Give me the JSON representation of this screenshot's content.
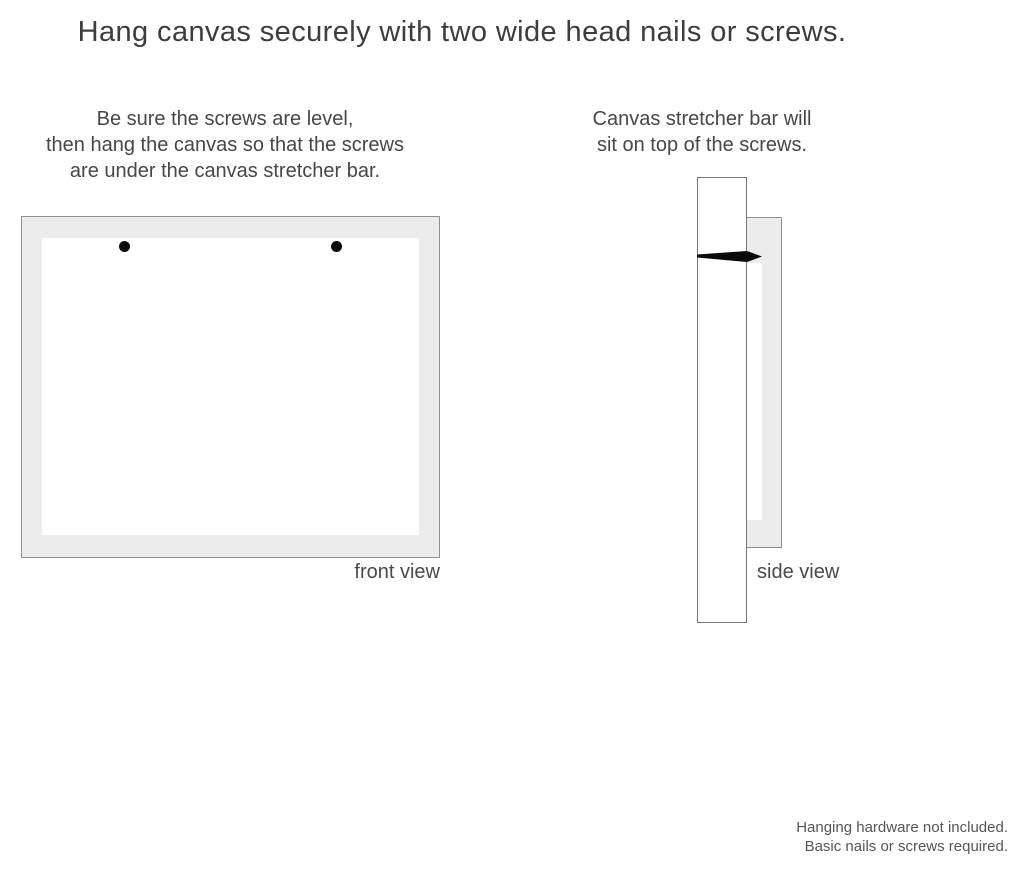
{
  "title": "Hang canvas securely with two wide head nails or screws.",
  "instructions": {
    "front": {
      "line1": "Be sure the screws are level,",
      "line2": "then hang the canvas so that the screws",
      "line3": "are under the canvas stretcher bar."
    },
    "side": {
      "line1": "Canvas stretcher bar will",
      "line2": "sit on top of the screws."
    }
  },
  "labels": {
    "front_view": "front view",
    "side_view": "side view"
  },
  "footer": {
    "line1": "Hanging hardware not included.",
    "line2": "Basic nails or screws required."
  },
  "diagram": {
    "nail_count_front_view": 2,
    "colors": {
      "canvas_frame_fill": "#ececec",
      "canvas_inner_fill": "#ffffff",
      "outline": "#8e8e8e",
      "nail": "#0a0a0a",
      "text": "#424242"
    }
  }
}
